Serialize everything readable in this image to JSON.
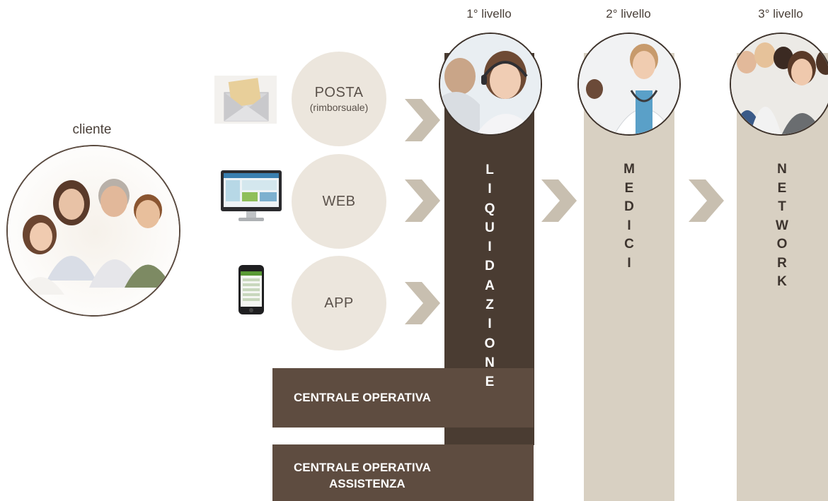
{
  "levels": {
    "level1": "1° livello",
    "level2": "2° livello",
    "level3": "3° livello"
  },
  "client": {
    "label": "cliente"
  },
  "channels": [
    {
      "main": "POSTA",
      "sub": "(rimborsuale)"
    },
    {
      "main": "WEB",
      "sub": ""
    },
    {
      "main": "APP",
      "sub": ""
    }
  ],
  "columns": {
    "liquidazione": [
      "L",
      "I",
      "Q",
      "U",
      "I",
      "D",
      "A",
      "Z",
      "I",
      "O",
      "N",
      "E"
    ],
    "medici": [
      "M",
      "E",
      "D",
      "I",
      "C",
      "I"
    ],
    "network": [
      "N",
      "E",
      "T",
      "W",
      "O",
      "R",
      "K"
    ]
  },
  "boxes": {
    "centrale_operativa": "CENTRALE OPERATIVA",
    "centrale_assistenza_line1": "CENTRALE OPERATIVA",
    "centrale_assistenza_line2": "ASSISTENZA"
  },
  "colors": {
    "dark_column": "#4a3c32",
    "light_column": "#d8d0c2",
    "channel_circle": "#ece6dd",
    "chevron": "#c8bfb0",
    "box": "#5e4c40"
  }
}
